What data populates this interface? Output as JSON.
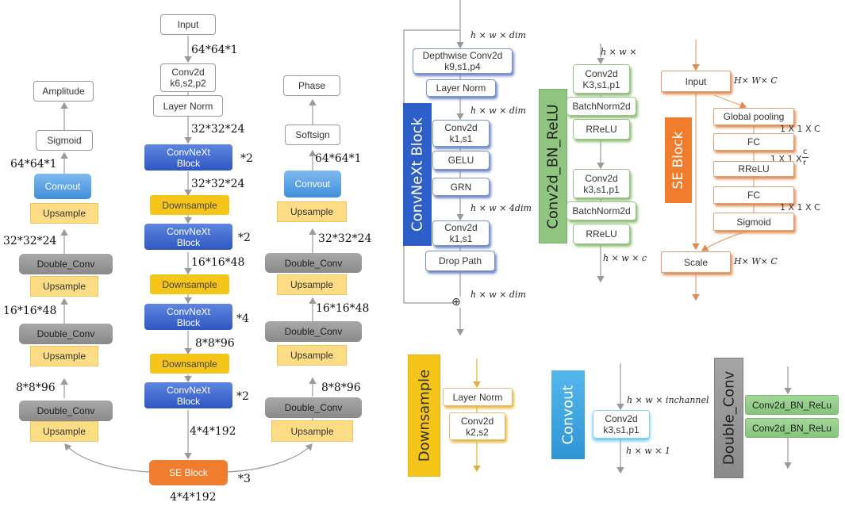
{
  "main_arch": {
    "amp_branch": {
      "output": "Amplitude",
      "act": "Sigmoid",
      "shape_out": "64*64*1",
      "convout": "Convout",
      "up1": "Upsample",
      "shape_a": "32*32*24",
      "dconv1": "Double_Conv",
      "up2": "Upsample",
      "shape_b": "16*16*48",
      "dconv2": "Double_Conv",
      "up3": "Upsample",
      "shape_c": "8*8*96",
      "dconv3": "Double_Conv",
      "up4": "Upsample"
    },
    "encoder": {
      "input": "Input",
      "shape_in": "64*64*1",
      "conv": "Conv2d\nk6,s2,p2",
      "norm": "Layer Norm",
      "shape_1": "32*32*24",
      "block1": "ConvNeXt\nBlock",
      "rep1": "*2",
      "shape_2": "32*32*24",
      "down1": "Downsample",
      "block2": "ConvNeXt\nBlock",
      "rep2": "*2",
      "shape_3": "16*16*48",
      "down2": "Downsample",
      "block3": "ConvNeXt\nBlock",
      "rep3": "*4",
      "shape_4": "8*8*96",
      "down3": "Downsample",
      "block4": "ConvNeXt\nBlock",
      "rep4": "*2",
      "shape_5": "4*4*192",
      "se": "SE Block",
      "rep_se": "*3",
      "shape_se": "4*4*192"
    },
    "phase_branch": {
      "output": "Phase",
      "act": "Softsign",
      "shape_out": "64*64*1",
      "convout": "Convout",
      "up1": "Upsample",
      "shape_a": "32*32*24",
      "dconv1": "Double_Conv",
      "up2": "Upsample",
      "shape_b": "16*16*48",
      "dconv2": "Double_Conv",
      "up3": "Upsample",
      "shape_c": "8*8*96",
      "dconv3": "Double_Conv",
      "up4": "Upsample"
    }
  },
  "convnext_block": {
    "title": "ConvNeXt Block",
    "dim_in": "h × w × dim",
    "dwconv": "Depthwise Conv2d\nk9,s1,p4",
    "norm": "Layer Norm",
    "dim_2": "h × w × dim",
    "conv1": "Conv2d\nk1,s1",
    "gelu": "GELU",
    "grn": "GRN",
    "dim_3": "h × w × 4dim",
    "conv2": "Conv2d\nk1,s1",
    "droppath": "Drop Path",
    "add": "⊕",
    "dim_out": "h × w × dim"
  },
  "conv2d_bn_relu": {
    "title": "Conv2d_BN_ReLU",
    "dim_in": "h × w ×",
    "conv1": "Conv2d\nK3,s1,p1",
    "bn1": "BatchNorm2d",
    "act1": "RReLU",
    "conv2": "Conv2d\nk3,s1,p1",
    "bn2": "BatchNorm2d",
    "act2": "RReLU",
    "dim_out": "h × w × c"
  },
  "se_block": {
    "title": "SE Block",
    "input": "Input",
    "dim_in": "H× W× C",
    "gpool": "Global pooling",
    "dim_1": "1 X 1 X C",
    "fc1": "FC",
    "dim_2": "1 X 1 X",
    "frac_num": "c",
    "frac_den": "r",
    "relu": "RReLU",
    "fc2": "FC",
    "dim_3": "1 X 1 X C",
    "sigmoid": "Sigmoid",
    "scale": "Scale",
    "dim_out": "H× W× C"
  },
  "downsample": {
    "title": "Downsample",
    "norm": "Layer Norm",
    "conv": "Conv2d\nk2,s2"
  },
  "convout": {
    "title": "Convout",
    "dim_in": "h × w × inchannel",
    "conv": "Conv2d\nk3,s1,p1",
    "dim_out": "h × w × 1"
  },
  "double_conv": {
    "title": "Double_Conv",
    "item1": "Conv2d_BN_ReLu",
    "item2": "Conv2d_BN_ReLu"
  }
}
